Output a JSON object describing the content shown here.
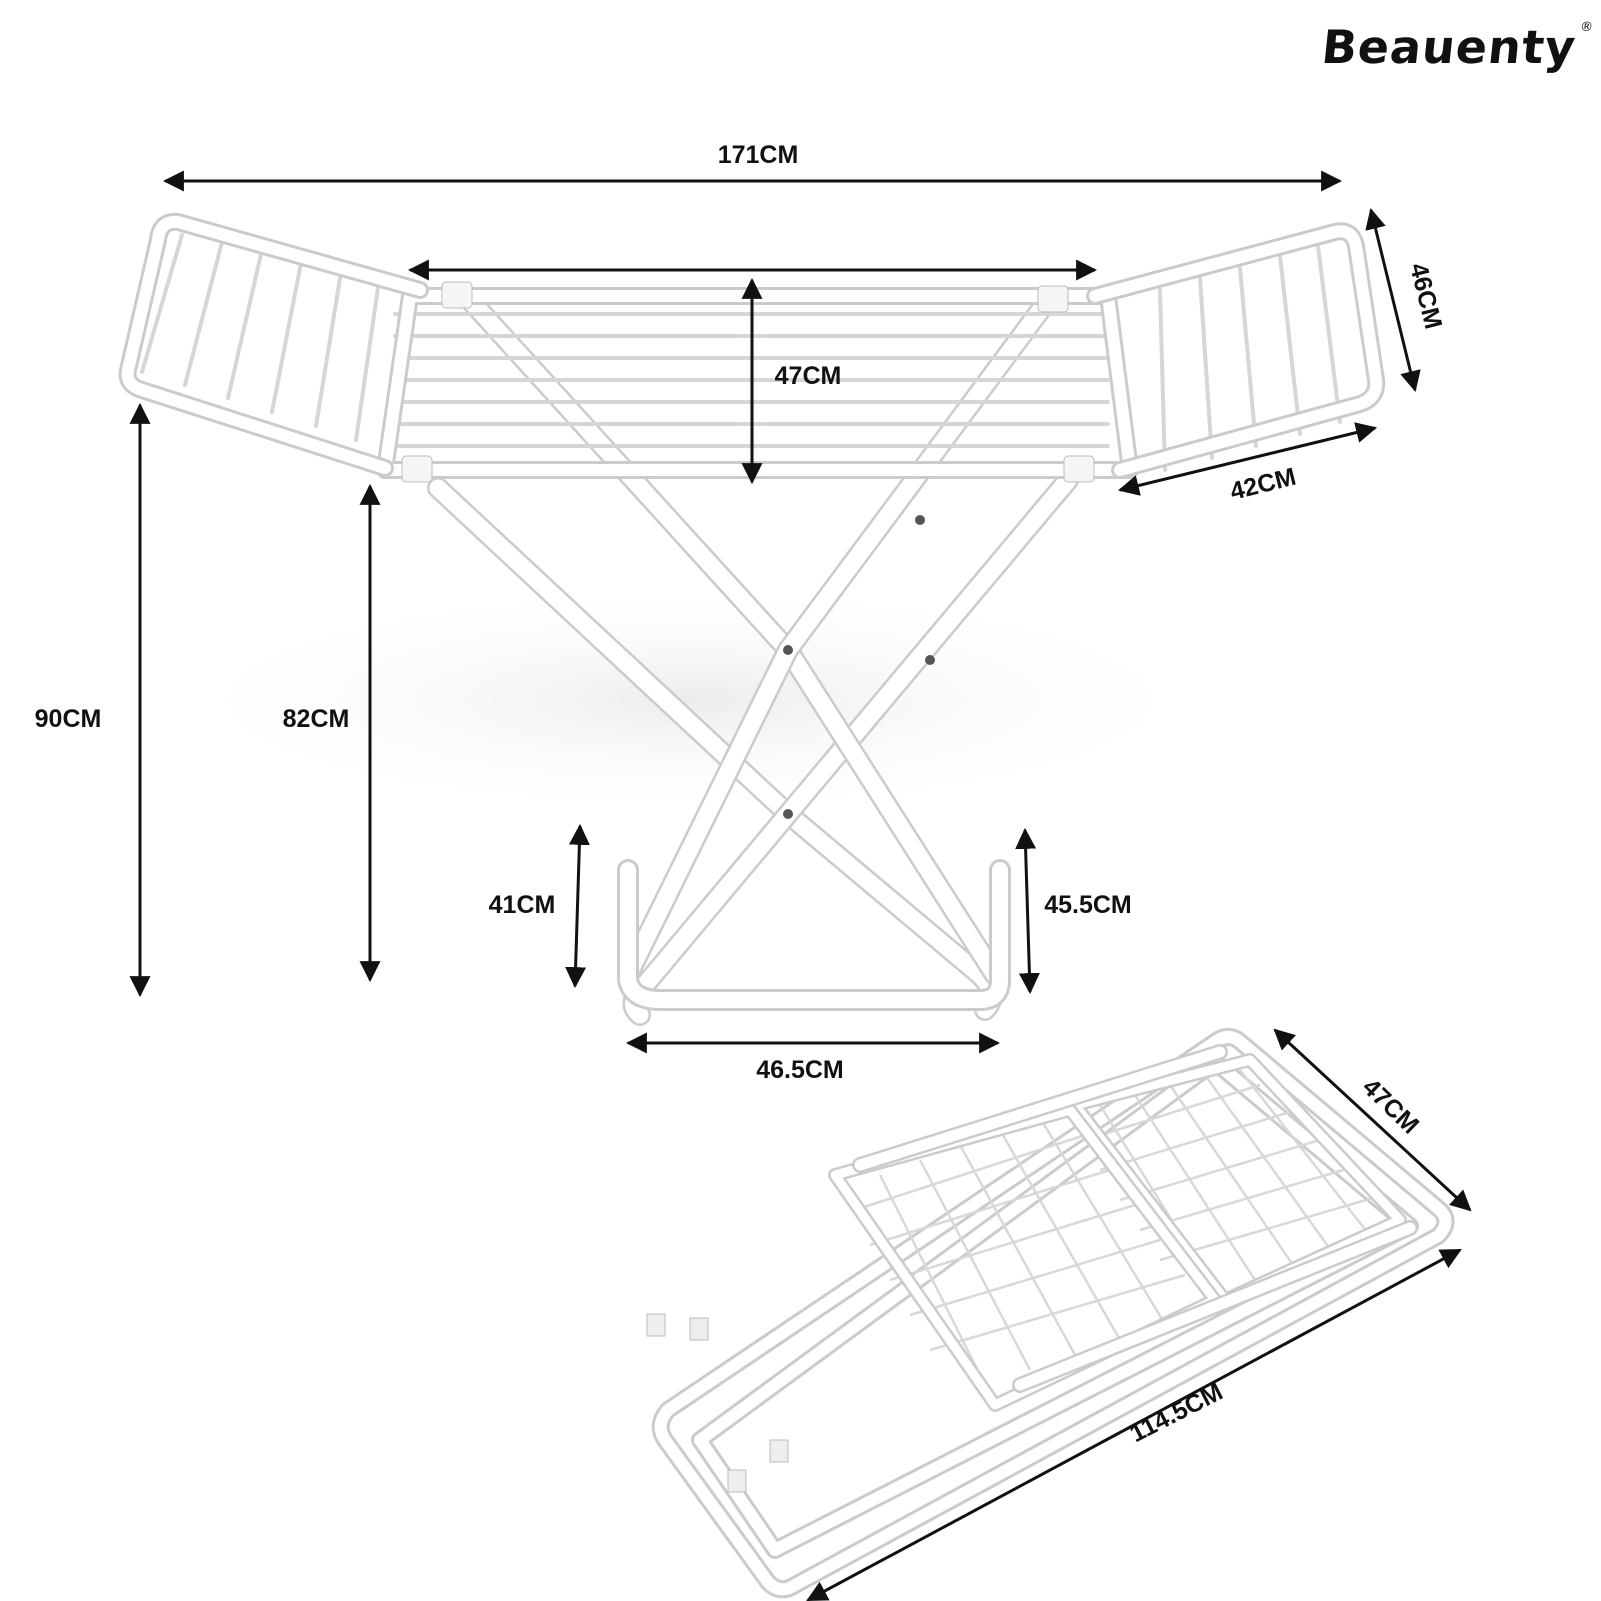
{
  "brand": {
    "name": "Beauenty",
    "registered_mark": "®"
  },
  "dimensions": {
    "total_width": "171CM",
    "center_width": "47CM",
    "wing_length": "46CM",
    "wing_width": "42CM",
    "total_height": "90CM",
    "rail_height": "82CM",
    "foot_left_height": "41CM",
    "foot_right_height": "45.5CM",
    "base_width": "46.5CM",
    "folded_width": "47CM",
    "folded_length": "114.5CM"
  },
  "colors": {
    "frame": "#ffffff",
    "frame_edge": "#c9cbcf",
    "text": "#111111",
    "background": "#ffffff"
  }
}
